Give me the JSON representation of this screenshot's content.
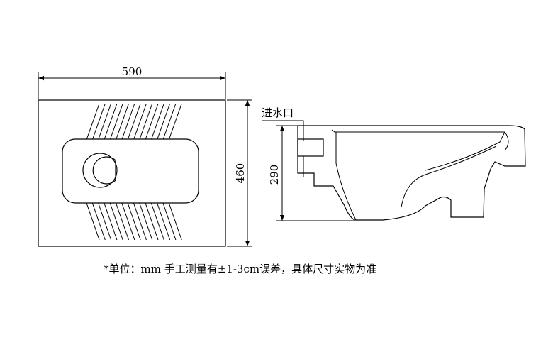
{
  "dimensions": {
    "width_label": "590",
    "depth_label": "460",
    "height_label": "290"
  },
  "labels": {
    "inlet": "进水口"
  },
  "footnote": "*单位：mm  手工测量有±1-3cm误差，具体尺寸实物为准"
}
